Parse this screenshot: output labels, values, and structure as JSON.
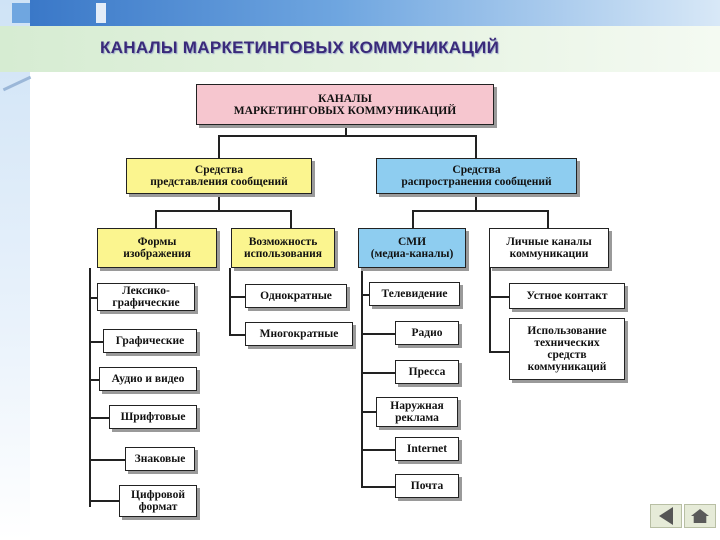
{
  "header": {
    "title": "КАНАЛЫ  МАРКЕТИНГОВЫХ КОММУНИКАЦИЙ"
  },
  "diagram": {
    "root": [
      "КАНАЛЫ",
      "МАРКЕТИНГОВЫХ  КОММУНИКАЦИЙ"
    ],
    "branch_left": [
      "Средства",
      "представления сообщений"
    ],
    "branch_right": [
      "Средства",
      "распространения сообщений"
    ],
    "forms": [
      "Формы",
      "изображения"
    ],
    "possibility": [
      "Возможность",
      "использования"
    ],
    "smi": [
      "СМИ",
      "(медиа-каналы)"
    ],
    "personal": [
      "Личные каналы",
      "коммуникации"
    ],
    "forms_items": [
      [
        "Лексико-",
        "графические"
      ],
      [
        "Графические"
      ],
      [
        "Аудио и видео"
      ],
      [
        "Шрифтовые"
      ],
      [
        "Знаковые"
      ],
      [
        "Цифровой",
        "формат"
      ]
    ],
    "possibility_items": [
      [
        "Однократные"
      ],
      [
        "Многократные"
      ]
    ],
    "smi_items": [
      [
        "Телевидение"
      ],
      [
        "Радио"
      ],
      [
        "Пресса"
      ],
      [
        "Наружная",
        "реклама"
      ],
      [
        "Internet"
      ],
      [
        "Почта"
      ]
    ],
    "personal_items": [
      [
        "Устное контакт"
      ],
      [
        "Использование",
        "технических",
        "средств",
        "коммуникаций"
      ]
    ]
  },
  "nav": {
    "back_icon": "back-arrow-icon"
  },
  "colors": {
    "root": "#f6c6cf",
    "yellow": "#fbf58f",
    "blue": "#8ecdf0",
    "title": "#3a2a7a"
  }
}
